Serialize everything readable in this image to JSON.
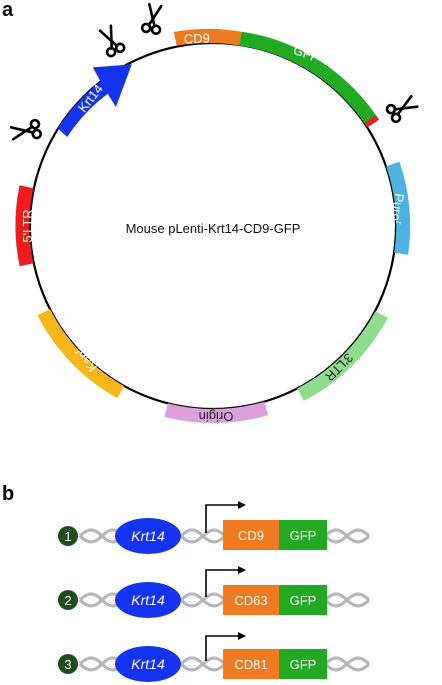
{
  "panel_a": {
    "letter": "a",
    "title": "Mouse pLenti-Krt14-CD9-GFP",
    "segments": [
      {
        "key": "cd9",
        "label": "CD9",
        "color": "#ef7a1f",
        "text_color": "#ffffff"
      },
      {
        "key": "gfp",
        "label": "GFP",
        "color": "#22aa22",
        "text_color": "#ffffff"
      },
      {
        "key": "puro",
        "label": "Puro",
        "sup": "r",
        "color": "#4cb3e3",
        "text_color": "#ffffff"
      },
      {
        "key": "ltr3",
        "label": "3'LTR",
        "color": "#8fdc8f",
        "text_color": "#222222"
      },
      {
        "key": "origin",
        "label": "Origin",
        "color": "#dca1dc",
        "text_color": "#222222"
      },
      {
        "key": "kan",
        "label": "Kan",
        "sup": "r",
        "color": "#f8b61a",
        "text_color": "#ffffff"
      },
      {
        "key": "ltr5",
        "label": "5'LTR",
        "color": "#ee1c1c",
        "text_color": "#ffffff"
      },
      {
        "key": "krt14",
        "label": "Krt14",
        "color": "#1433ee",
        "text_color": "#ffffff"
      }
    ],
    "scissors_icon": "scissors-icon",
    "stop_marker_color": "#ee1c1c"
  },
  "panel_b": {
    "letter": "b",
    "constructs": [
      {
        "number": "1",
        "promoter": "Krt14",
        "gene": "CD9",
        "reporter": "GFP"
      },
      {
        "number": "2",
        "promoter": "Krt14",
        "gene": "CD63",
        "reporter": "GFP"
      },
      {
        "number": "3",
        "promoter": "Krt14",
        "gene": "CD81",
        "reporter": "GFP"
      }
    ],
    "colors": {
      "number_circle": "#1f4d1f",
      "promoter": "#1433ee",
      "gene": "#ef7a1f",
      "reporter": "#22aa22",
      "dna": "#b8b8b8",
      "arrow": "#000000"
    },
    "icons": [
      "dna-helix-icon",
      "transcription-start-arrow-icon"
    ]
  }
}
